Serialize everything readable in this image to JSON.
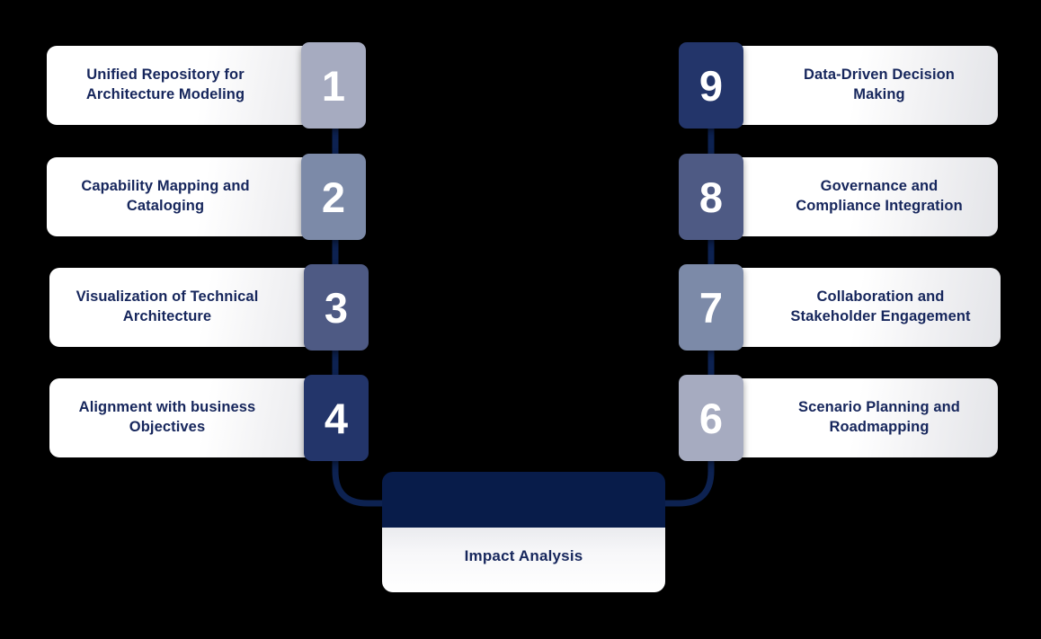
{
  "diagram": {
    "type": "process-flow-snake",
    "background_color": "#000000",
    "text_color": "#16265c",
    "connector_color": "#0d2251",
    "left_column": [
      {
        "number": "1",
        "label": "Unified Repository for Architecture Modeling",
        "badge_color": "#a6abc0"
      },
      {
        "number": "2",
        "label": "Capability Mapping and Cataloging",
        "badge_color": "#7c8aa8"
      },
      {
        "number": "3",
        "label": "Visualization of Technical Architecture",
        "badge_color": "#4e5a84"
      },
      {
        "number": "4",
        "label": "Alignment with business Objectives",
        "badge_color": "#23356a"
      }
    ],
    "right_column": [
      {
        "number": "9",
        "label": "Data-Driven Decision Making",
        "badge_color": "#23356a"
      },
      {
        "number": "8",
        "label": "Governance and Compliance Integration",
        "badge_color": "#4e5a84"
      },
      {
        "number": "7",
        "label": "Collaboration and Stakeholder Engagement",
        "badge_color": "#7c8aa8"
      },
      {
        "number": "6",
        "label": "Scenario Planning and Roadmapping",
        "badge_color": "#a6abc0"
      }
    ],
    "outcome": {
      "label": "Impact Analysis",
      "header_color": "#081c4a"
    }
  }
}
